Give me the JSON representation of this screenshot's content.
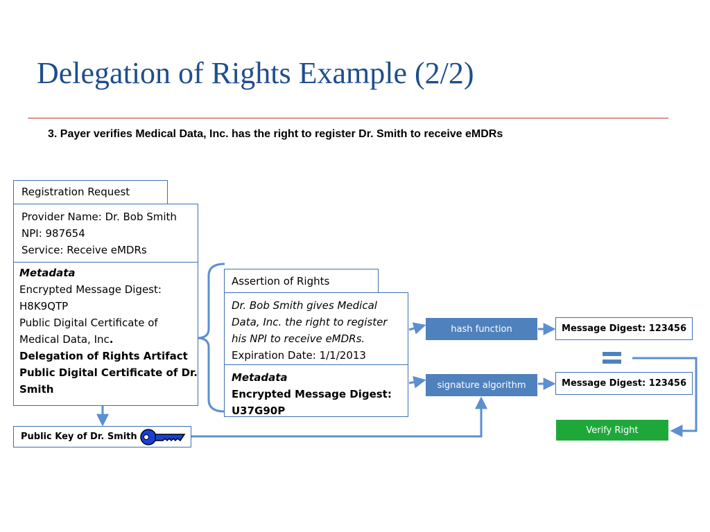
{
  "slide": {
    "title": "Delegation of Rights Example (2/2)",
    "subtitle": "3. Payer verifies Medical Data, Inc. has the right to register Dr. Smith to receive eMDRs"
  },
  "registration": {
    "header": "Registration Request",
    "provider_name": "Provider Name: Dr. Bob Smith",
    "npi": "NPI: 987654",
    "service": "Service: Receive eMDRs",
    "metadata_title": "Metadata",
    "digest_label": "Encrypted Message Digest:",
    "digest_value": "H8K9QTP",
    "cert_line1": "Public Digital Certificate of",
    "cert_line2": "Medical Data, Inc",
    "cert_line2_period": ".",
    "artifact": "Delegation of Rights Artifact",
    "smith_cert_line1": "Public Digital Certificate of Dr.",
    "smith_cert_line2": "Smith"
  },
  "assertion": {
    "header": "Assertion of Rights",
    "line1": "Dr. Bob Smith gives Medical",
    "line2": "Data, Inc. the right to register",
    "line3": "his NPI to receive eMDRs.",
    "expiration": "Expiration Date: 1/1/2013",
    "metadata_title": "Metadata",
    "digest_label": "Encrypted Message Digest:",
    "digest_value": "U37G90P"
  },
  "process": {
    "hash_function": "hash function",
    "signature_algorithm": "signature algorithm",
    "digest_top": "Message Digest: 123456",
    "digest_bottom": "Message Digest: 123456",
    "verify": "Verify Right",
    "public_key": "Public Key of Dr. Smith"
  },
  "colors": {
    "title": "#1f4e8c",
    "rule": "#c0392b",
    "box_border": "#3d6fb4",
    "process_fill": "#4f81bd",
    "verify_fill": "#1fa83a",
    "arrow": "#5b8fd0",
    "key_body": "#1840d8"
  },
  "icons": [
    "key-icon",
    "equals-icon"
  ]
}
